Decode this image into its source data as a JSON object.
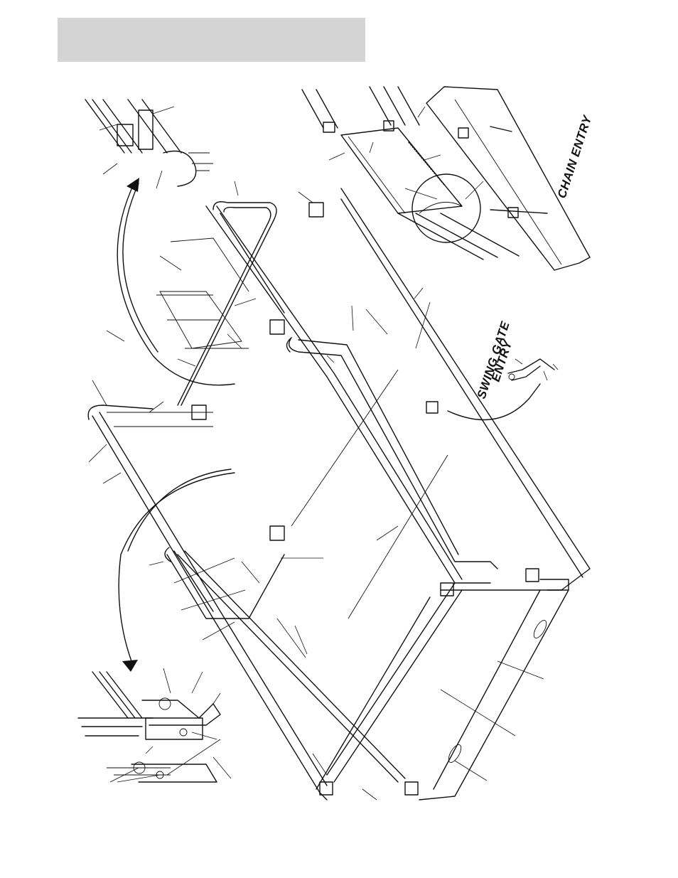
{
  "page": {
    "header_bar_color": "#d4d4d4",
    "line_color": "#111111"
  },
  "labels": {
    "chain_entry": "CHAIN ENTRY",
    "swing_gate_line1": "SWING GATE",
    "swing_gate_line2": "ENTRY"
  }
}
